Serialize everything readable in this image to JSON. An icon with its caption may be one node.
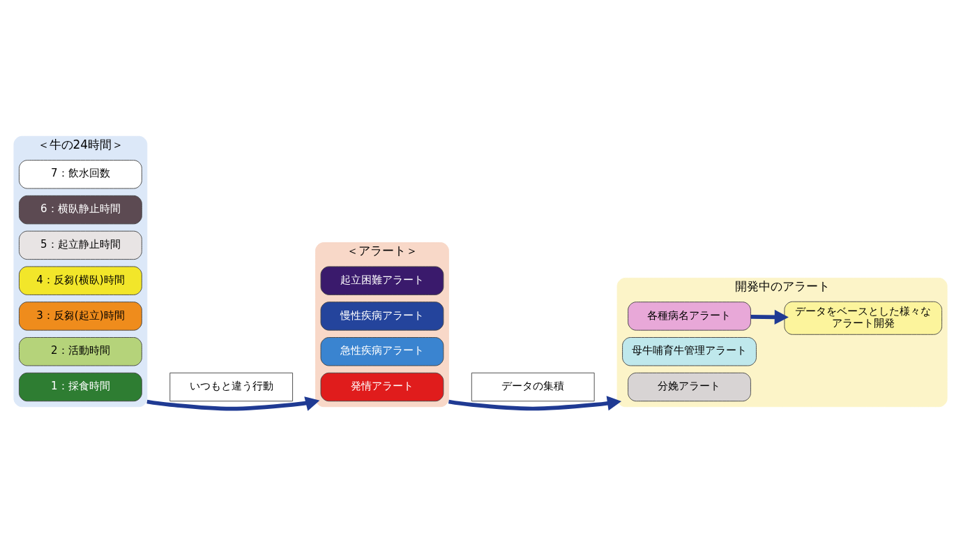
{
  "diagram": {
    "nodes": [
      {
        "text": [
          "＜牛の24時間＞"
        ]
      },
      {
        "text": [
          "1：採食時間"
        ],
        "in": 0
      },
      {
        "text": [
          "2：活動時間"
        ],
        "in": 0
      },
      {
        "text": [
          "3：反芻(起立)時間"
        ],
        "in": 0
      },
      {
        "text": [
          "4：反芻(横臥)時間"
        ],
        "in": 0
      },
      {
        "text": [
          "5：起立静止時間"
        ],
        "in": 0
      },
      {
        "text": [
          "6：横臥静止時間"
        ],
        "in": 0
      },
      {
        "text": [
          "7：飲水回数"
        ],
        "in": 0
      },
      {
        "text": [
          "いつもと違う行動"
        ]
      },
      {
        "text": [
          "＜アラート＞"
        ]
      },
      {
        "text": [
          "発情アラート"
        ],
        "in": 9
      },
      {
        "text": [
          "急性疾病アラート"
        ],
        "in": 9
      },
      {
        "text": [
          "慢性疾病アラート"
        ],
        "in": 9
      },
      {
        "text": [
          "起立困難アラート"
        ],
        "in": 9
      },
      {
        "text": [
          "データの集積"
        ]
      },
      {
        "text": [
          "開発中のアラート"
        ]
      },
      {
        "text": [
          "分娩アラート"
        ],
        "in": 15
      },
      {
        "text": [
          "母牛哺育牛管理アラート"
        ],
        "in": 15
      },
      {
        "text": [
          "各種病名アラート"
        ],
        "in": 15
      },
      {
        "text": [
          "データをベースとした様々な",
          "アラート開発"
        ],
        "in": 15
      }
    ],
    "edges": [
      {
        "from": 0,
        "to": 9,
        "arrow": "to"
      },
      {
        "from": 9,
        "to": 15,
        "arrow": "to"
      },
      {
        "from": 18,
        "to": 19,
        "arrow": "to"
      }
    ]
  }
}
